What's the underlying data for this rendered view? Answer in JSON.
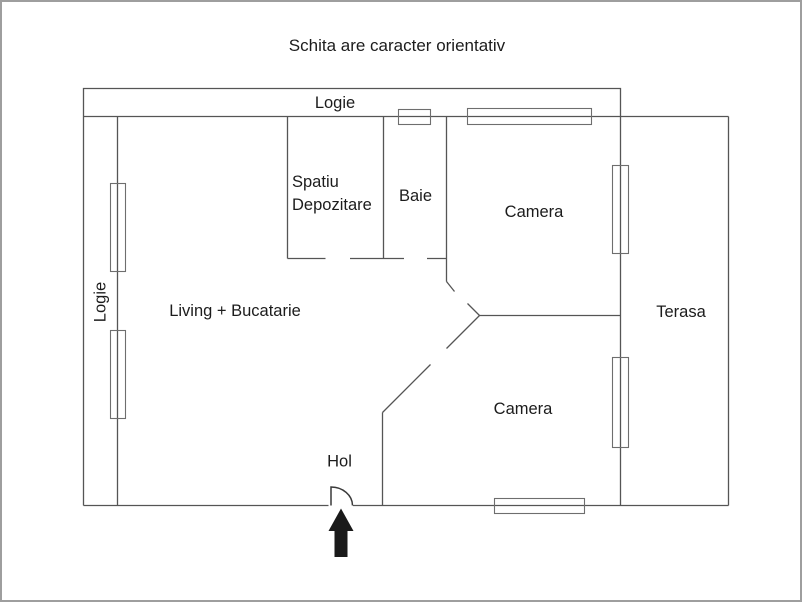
{
  "title": "Schita are caracter orientativ",
  "rooms": {
    "logie_top": "Logie",
    "logie_left": "Logie",
    "spatiu_depozitare_line1": "Spatiu",
    "spatiu_depozitare_line2": "Depozitare",
    "baie": "Baie",
    "camera_top": "Camera",
    "living_bucatarie": "Living + Bucatarie",
    "terasa": "Terasa",
    "camera_bottom": "Camera",
    "hol": "Hol"
  },
  "icons": {
    "entrance_arrow": "up-arrow",
    "entry_door": "quarter-circle-door-swing",
    "window": "double-line-rectangle"
  },
  "colors": {
    "background": "#ffffff",
    "frame_border": "#9e9e9e",
    "wall": "#555555",
    "window": "#6e6e6e",
    "door": "#3a3a3a",
    "text": "#1c1c1c",
    "arrow": "#1a1a1a"
  }
}
